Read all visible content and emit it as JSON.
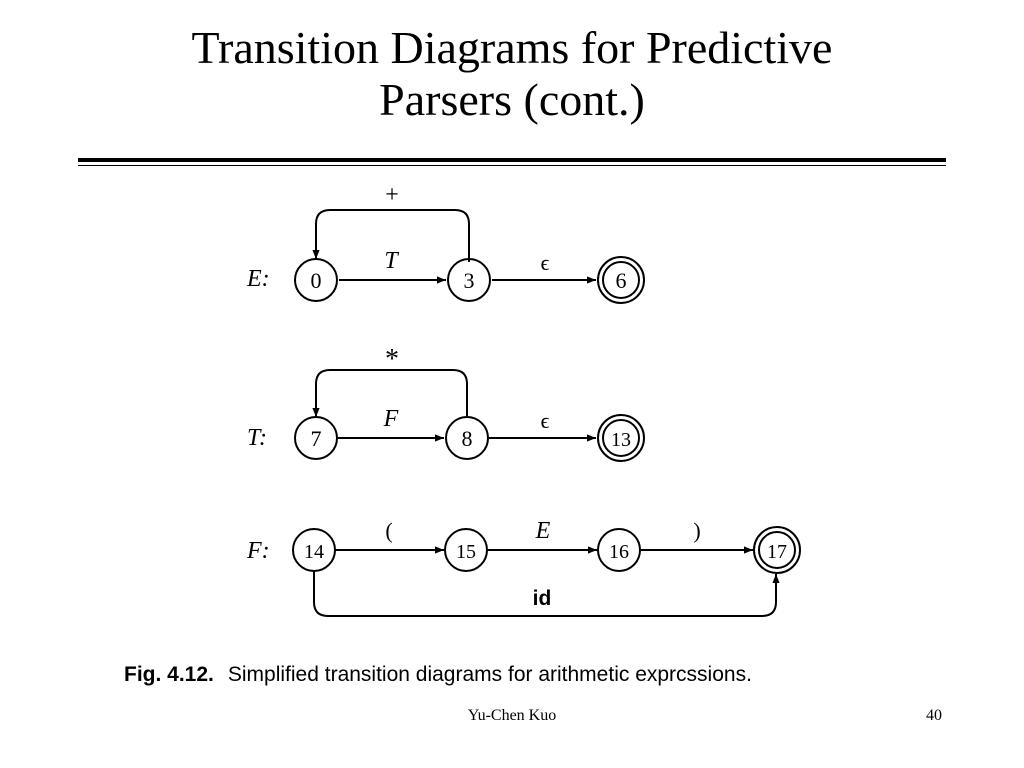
{
  "slide": {
    "title_line1": "Transition Diagrams for Predictive",
    "title_line2": "Parsers (cont.)",
    "author": "Yu-Chen Kuo",
    "page_number": "40"
  },
  "figure": {
    "caption_label": "Fig. 4.12.",
    "caption_text": "Simplified transition diagrams for arithmetic exprcssions."
  },
  "diagrams": [
    {
      "nonterminal": "E:",
      "states": [
        "0",
        "3",
        "6"
      ],
      "final_state": "6",
      "edges": [
        {
          "from": "0",
          "to": "3",
          "label": "T"
        },
        {
          "from": "3",
          "to": "6",
          "label": "ϵ"
        },
        {
          "from": "3",
          "to": "0",
          "label": "+",
          "kind": "loop-back"
        }
      ]
    },
    {
      "nonterminal": "T:",
      "states": [
        "7",
        "8",
        "13"
      ],
      "final_state": "13",
      "edges": [
        {
          "from": "7",
          "to": "8",
          "label": "F"
        },
        {
          "from": "8",
          "to": "13",
          "label": "ϵ"
        },
        {
          "from": "8",
          "to": "7",
          "label": "*",
          "kind": "loop-back"
        }
      ]
    },
    {
      "nonterminal": "F:",
      "states": [
        "14",
        "15",
        "16",
        "17"
      ],
      "final_state": "17",
      "edges": [
        {
          "from": "14",
          "to": "15",
          "label": "("
        },
        {
          "from": "15",
          "to": "16",
          "label": "E"
        },
        {
          "from": "16",
          "to": "17",
          "label": ")"
        },
        {
          "from": "14",
          "to": "17",
          "label": "id",
          "kind": "bypass"
        }
      ]
    }
  ]
}
